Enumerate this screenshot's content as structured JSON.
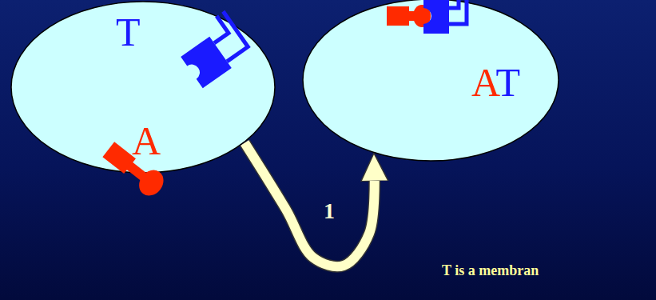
{
  "diagram": {
    "nodes": [
      {
        "text": [
          "T",
          "A"
        ]
      },
      {
        "text": [
          "AT"
        ]
      }
    ],
    "edges": [
      {
        "from": 0,
        "to": 1,
        "arrow": "to",
        "label": "1"
      }
    ],
    "labels": [
      "T is a membran"
    ]
  }
}
